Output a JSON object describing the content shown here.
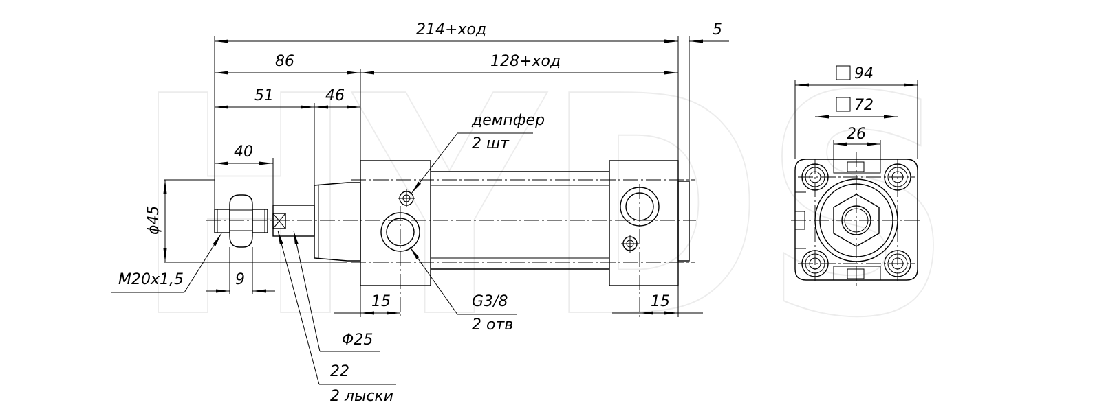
{
  "watermark": "HYDS",
  "dimensions": {
    "overall_length": "214+ход",
    "end_offset": "5",
    "front_length": "86",
    "body_length": "128+ход",
    "rod_extension": "51",
    "gland_length": "46",
    "thread_length": "40",
    "bore_diameter": "ϕ45",
    "nut_width": "9",
    "port_offset_left": "15",
    "port_offset_right": "15",
    "square_outer": "94",
    "square_inner": "72",
    "boss_width": "26"
  },
  "callouts": {
    "thread": "M20x1,5",
    "rod_diameter": "Φ25",
    "flats_size": "22",
    "flats_label": "2 лыски",
    "port_thread": "G3/8",
    "port_count": "2 отв",
    "damper_label": "демпфер",
    "damper_count": "2 шт"
  }
}
